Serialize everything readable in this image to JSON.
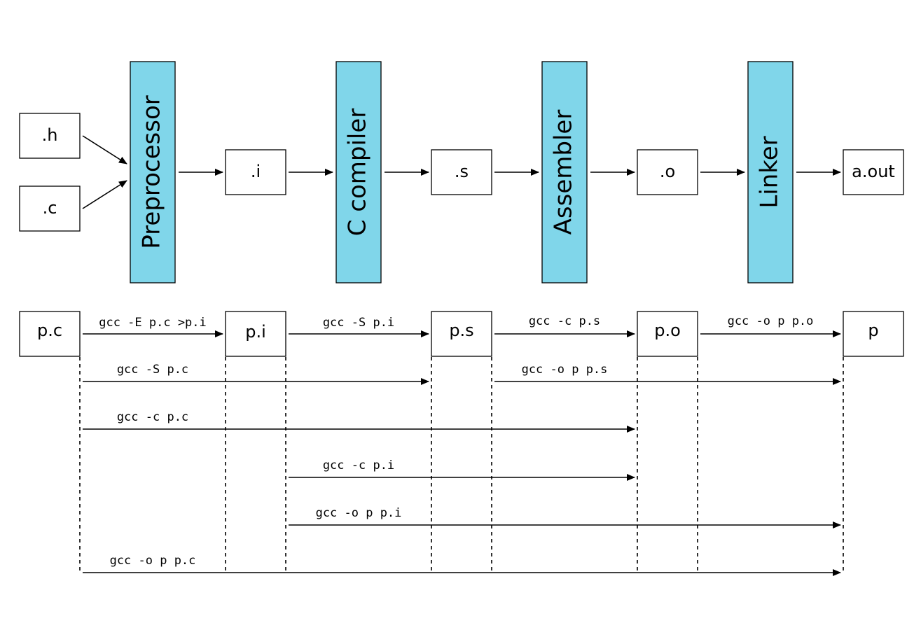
{
  "colors": {
    "stage_fill": "#80d6ea",
    "line": "#000000",
    "background": "#ffffff"
  },
  "pipeline": {
    "sources": [
      ".h",
      ".c"
    ],
    "stages": [
      "Preprocessor",
      "C compiler",
      "Assembler",
      "Linker"
    ],
    "artifacts": [
      ".i",
      ".s",
      ".o",
      "a.out"
    ]
  },
  "commands": {
    "files": [
      "p.c",
      "p.i",
      "p.s",
      "p.o",
      "p"
    ],
    "cmd_pc_pi": "gcc -E p.c >p.i",
    "cmd_pi_ps": "gcc -S p.i",
    "cmd_ps_po": "gcc -c p.s",
    "cmd_po_p": "gcc -o p p.o",
    "cmd_pc_ps": "gcc -S p.c",
    "cmd_ps_p": "gcc -o p p.s",
    "cmd_pc_po": "gcc -c p.c",
    "cmd_pi_po": "gcc -c p.i",
    "cmd_pi_p": "gcc -o p p.i",
    "cmd_pc_p": "gcc -o p p.c"
  }
}
